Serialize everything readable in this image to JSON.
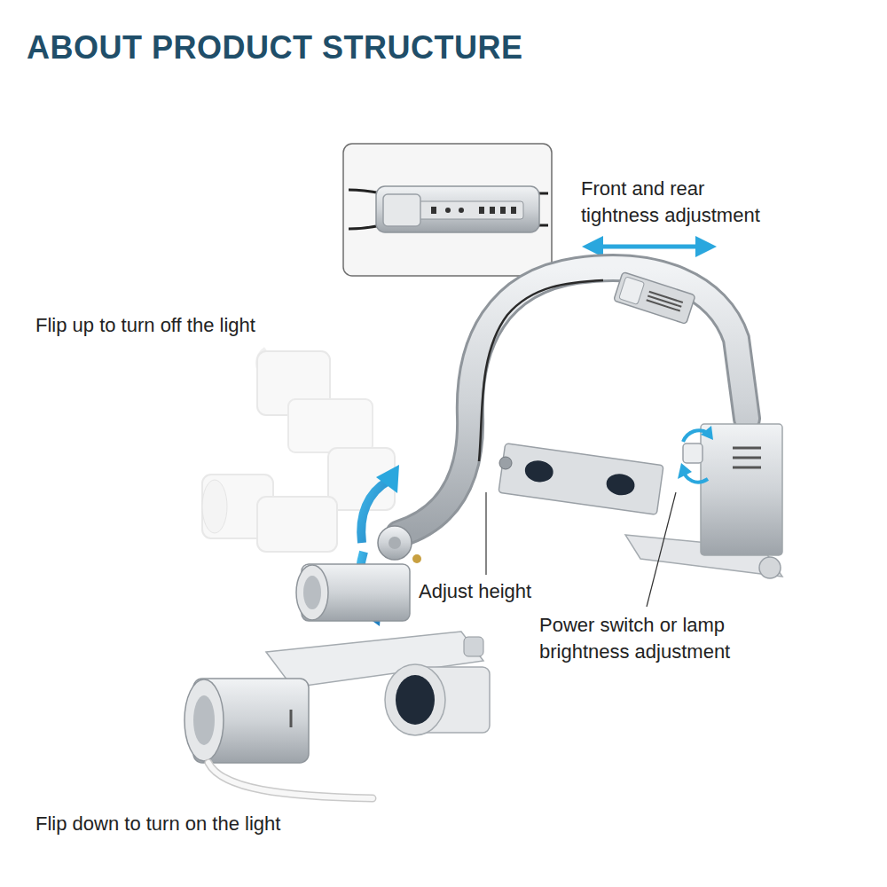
{
  "diagram": {
    "title": "ABOUT PRODUCT STRUCTURE",
    "labels": [
      "Front and rear tightness adjustment",
      "Flip up to turn off the light",
      "Adjust height",
      "Power switch or lamp brightness adjustment",
      "Flip down to turn on the light"
    ]
  }
}
